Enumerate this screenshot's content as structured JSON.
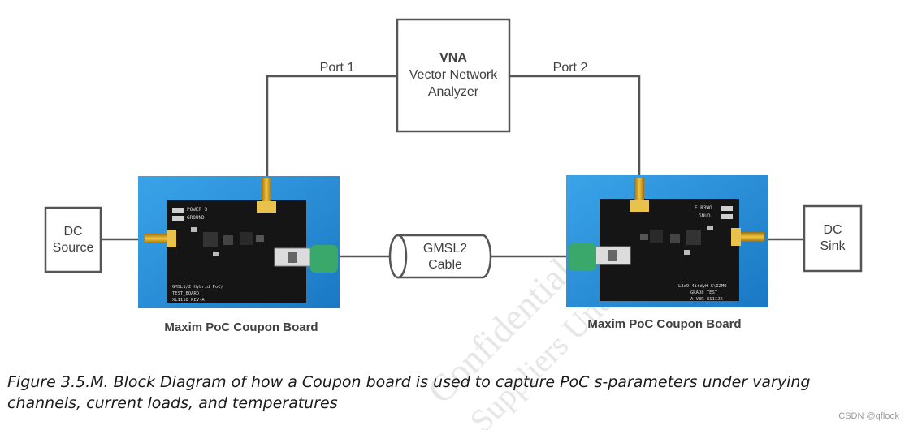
{
  "vna": {
    "title": "VNA",
    "line1": "Vector Network",
    "line2": "Analyzer"
  },
  "ports": {
    "port1": "Port 1",
    "port2": "Port 2"
  },
  "dc_source": {
    "line1": "DC",
    "line2": "Source"
  },
  "dc_sink": {
    "line1": "DC",
    "line2": "Sink"
  },
  "cable": {
    "line1": "GMSL2",
    "line2": "Cable"
  },
  "boards": {
    "left_caption": "Maxim PoC Coupon Board",
    "right_caption": "Maxim PoC Coupon Board",
    "left_silk": {
      "top1": "POWER 3",
      "top2": "GROUND",
      "bottom1": "GMSL1/2 Hybrid PoC/",
      "bottom2": "TEST_BOARD",
      "bottom3": "XL1118 REV-A"
    },
    "right_silk": {
      "top1": "E R3WO",
      "top2": "GNUO",
      "bottom1": "L3e9 4itdyH S\\I2MO",
      "bottom2": "GRAO8_TEST",
      "bottom3": "A-V3R 811IJX"
    }
  },
  "watermark": {
    "text1": "Confidential",
    "text2": "Suppliers Under NDA"
  },
  "caption": "Figure 3.5.M. Block Diagram of how a Coupon board is used to capture PoC s-parameters under varying channels, current loads, and temperatures",
  "credit": "CSDN @qflook",
  "colors": {
    "line": "#555555",
    "board_bg": "#1f8fd6",
    "pcb": "#151515",
    "connector": "#d6a21c",
    "text": "#404040"
  }
}
